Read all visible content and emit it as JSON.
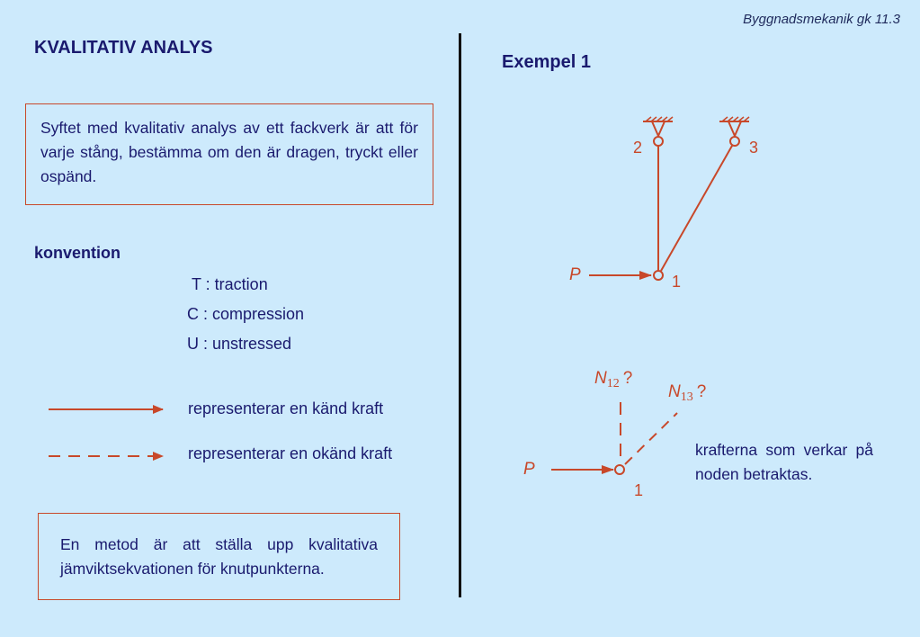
{
  "header": {
    "ref": "Byggnadsmekanik gk  11.3"
  },
  "title": "KVALITATIV ANALYS",
  "intro_box": "Syftet med kvalitativ analys av ett fackverk är att för varje stång, bestämma om den är dragen, tryckt eller ospänd.",
  "convention": {
    "heading": "konvention",
    "items": [
      "T : traction",
      "C : compression",
      "U : unstressed"
    ]
  },
  "legend": {
    "known": "representerar en känd kraft",
    "unknown": "representerar en okänd kraft"
  },
  "method_box": "En metod är att ställa upp kvalitativa jämviktsekvationen för knutpunkterna.",
  "example": {
    "title": "Exempel 1",
    "node_labels": {
      "n1": "1",
      "n2": "2",
      "n3": "3"
    },
    "load_label": "P",
    "fbd": {
      "n12_main": "N",
      "n12_sub": "12",
      "n13_main": "N",
      "n13_sub": "13",
      "question": "?",
      "node_label": "1",
      "load_label": "P"
    },
    "note": "krafterna som verkar på noden betraktas."
  },
  "colors": {
    "background": "#cdeafc",
    "accent": "#c8482a",
    "text": "#1a1a6e"
  }
}
